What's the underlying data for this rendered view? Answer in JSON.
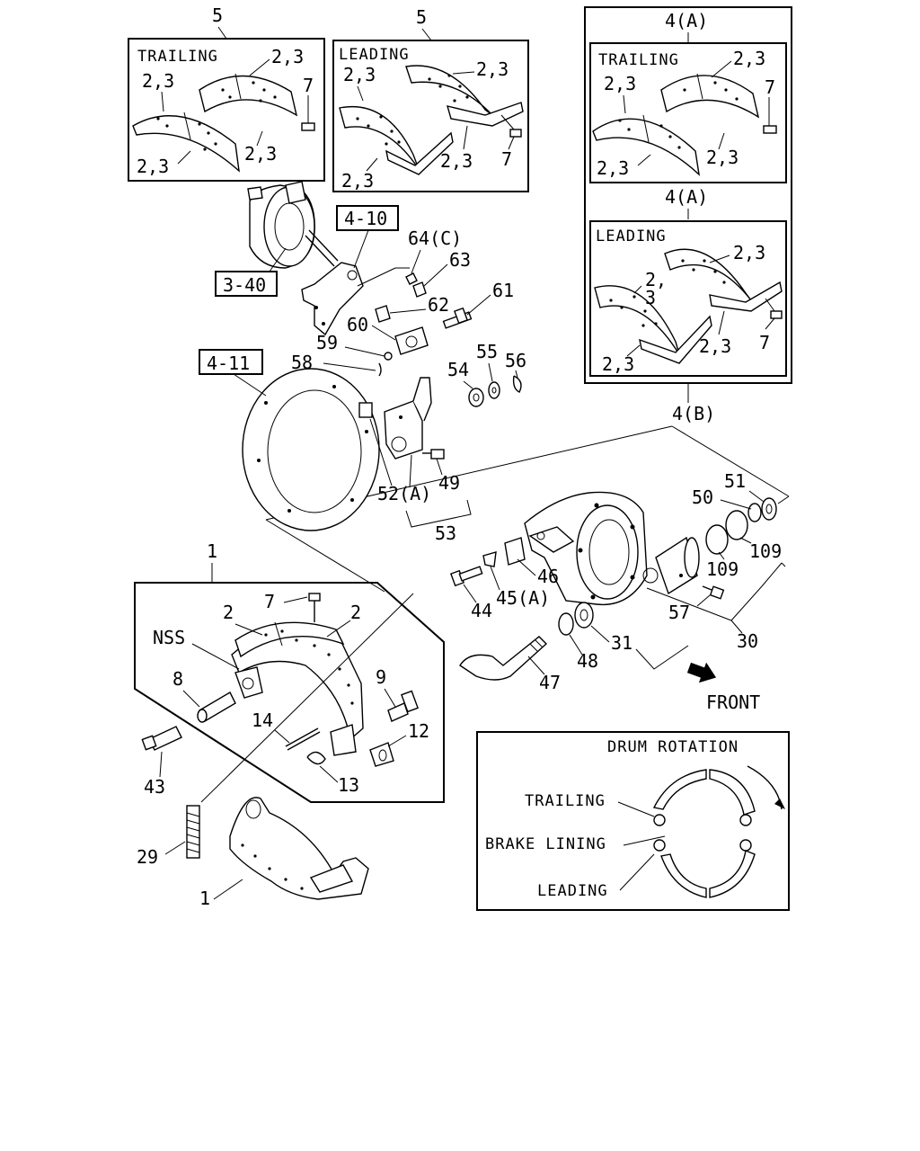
{
  "callouts": {
    "c5_left": "5",
    "c5_right": "5",
    "c4a_top": "4(A)",
    "c4a_mid": "4(A)",
    "c4b": "4(B)",
    "ref_4_10": "4-10",
    "ref_3_40": "3-40",
    "ref_4_11": "4-11",
    "c64c": "64(C)",
    "c63": "63",
    "c62": "62",
    "c61": "61",
    "c60": "60",
    "c59": "59",
    "c58": "58",
    "c54": "54",
    "c55": "55",
    "c56": "56",
    "c49": "49",
    "c52a": "52(A)",
    "c53": "53",
    "c51": "51",
    "c50": "50",
    "c109a": "109",
    "c109b": "109",
    "c46": "46",
    "c45a": "45(A)",
    "c44": "44",
    "c57": "57",
    "c31": "31",
    "c30": "30",
    "c48": "48",
    "c47": "47",
    "front": "FRONT",
    "c1_top": "1",
    "c1_bottom": "1",
    "c7": "7",
    "c2a": "2",
    "c2b": "2",
    "nss": "NSS",
    "c8": "8",
    "c9": "9",
    "c14": "14",
    "c12": "12",
    "c13": "13",
    "c43": "43",
    "c29": "29"
  },
  "boxes": {
    "trailing_left": {
      "title": "TRAILING",
      "a": "2,3",
      "b": "2,3",
      "c": "7",
      "d": "2,3",
      "e": "2,3"
    },
    "leading_left": {
      "title": "LEADING",
      "a": "2,3",
      "b": "2,3",
      "c": "2,3",
      "d": "7",
      "e": "2,3"
    },
    "trailing_right": {
      "title": "TRAILING",
      "a": "2,3",
      "b": "2,3",
      "c": "7",
      "d": "2,3",
      "e": "2,3"
    },
    "leading_right": {
      "title": "LEADING",
      "a": "2,3",
      "b": "2,",
      "b2": "3",
      "c": "2,3",
      "d": "7",
      "e": "2,3"
    }
  },
  "drum_legend": {
    "title": "DRUM ROTATION",
    "trailing": "TRAILING",
    "brake_lining": "BRAKE LINING",
    "leading": "LEADING"
  }
}
